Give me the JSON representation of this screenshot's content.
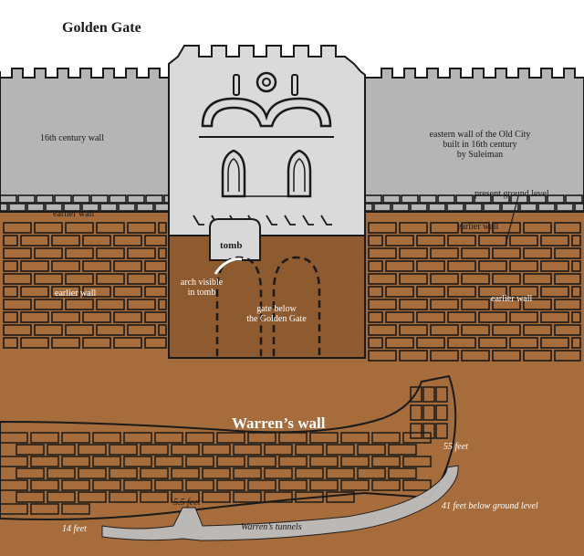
{
  "title": "Golden Gate",
  "labels": {
    "wall_16th": "16th century wall",
    "eastern_wall": [
      "eastern wall of the Old City",
      "built in 16th century",
      "by Suleiman"
    ],
    "present_ground": "present ground level",
    "earlier_wall_left_upper": "earlier wall",
    "earlier_wall_right_upper": "earlier wall",
    "earlier_wall_left_lower": "earlier wall",
    "earlier_wall_right_lower": "earlier wall",
    "tomb": "tomb",
    "arch_visible": [
      "arch visible",
      "in tomb"
    ],
    "gate_below": [
      "gate below",
      "the Golden Gate"
    ],
    "warrens_wall": "Warren’s wall",
    "depth_55": "55 feet",
    "depth_5_5": "5.5 feet",
    "depth_41": "41 feet below ground level",
    "depth_14": "14 feet",
    "tunnels": "Warren’s tunnels"
  },
  "colors": {
    "sky": "#ffffff",
    "wall": "#b5b5b5",
    "gate": "#dadada",
    "earth": "#a66c3c",
    "earth_dark": "#8e5a30",
    "line": "#1a1a1a",
    "tunnel": "#bdbdbd"
  }
}
